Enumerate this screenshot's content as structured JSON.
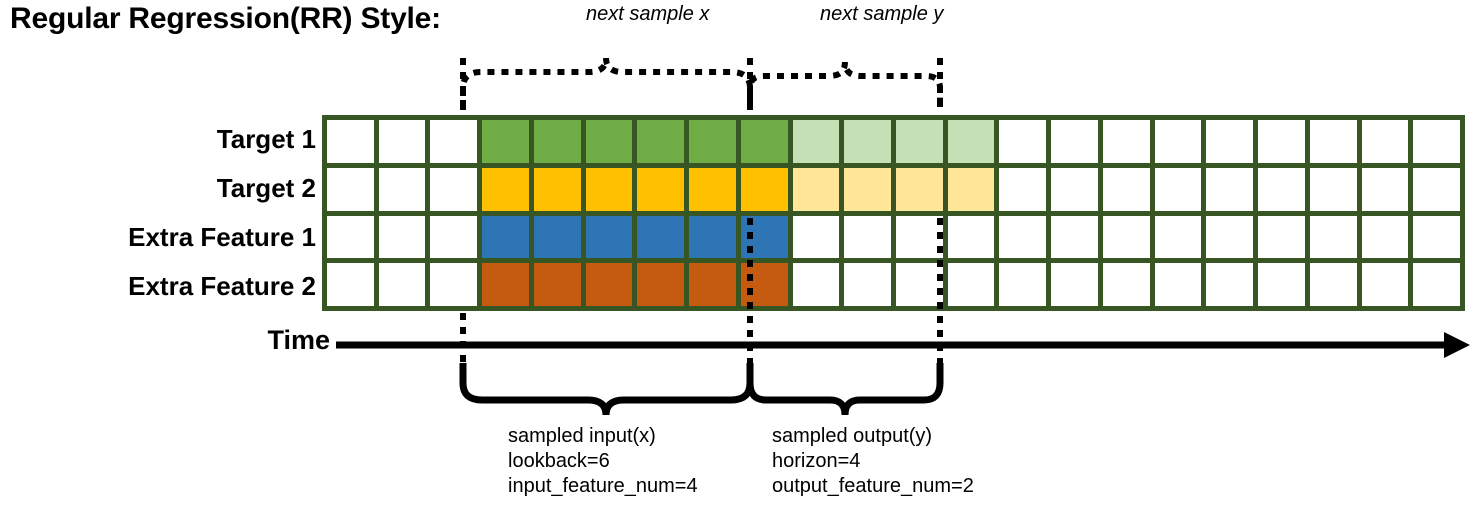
{
  "title": "Regular Regression(RR) Style:",
  "row_labels": [
    "Target 1",
    "Target 2",
    "Extra Feature 1",
    "Extra Feature 2"
  ],
  "time_axis": {
    "label": "Time"
  },
  "top_captions": {
    "x": "next sample x",
    "y": "next sample y"
  },
  "bottom_captions": {
    "input": "sampled input(x)\nlookback=6\ninput_feature_num=4",
    "output": "sampled output(y)\nhorizon=4\noutput_feature_num=2"
  },
  "colors": {
    "border": "#375623",
    "target1": "#70AD47",
    "target2": "#FFC000",
    "extra1": "#2E75B6",
    "extra2": "#C55A11",
    "target1_faded": "#C5E0B4",
    "target2_faded": "#FFE699",
    "empty": "#ffffff",
    "ink": "#000000"
  },
  "chart_data": {
    "type": "heatmap",
    "title": "Regular Regression(RR) Style:",
    "columns": 22,
    "rows": 4,
    "row_names": [
      "Target 1",
      "Target 2",
      "Extra Feature 1",
      "Extra Feature 2"
    ],
    "lookback": 6,
    "horizon": 4,
    "input_feature_num": 4,
    "output_feature_num": 2,
    "input_columns": [
      4,
      5,
      6,
      7,
      8,
      9
    ],
    "output_columns": [
      10,
      11,
      12,
      13
    ],
    "matrix": [
      [
        "empty",
        "empty",
        "empty",
        "target1",
        "target1",
        "target1",
        "target1",
        "target1",
        "target1",
        "target1_faded",
        "target1_faded",
        "target1_faded",
        "target1_faded",
        "empty",
        "empty",
        "empty",
        "empty",
        "empty",
        "empty",
        "empty",
        "empty",
        "empty"
      ],
      [
        "empty",
        "empty",
        "empty",
        "target2",
        "target2",
        "target2",
        "target2",
        "target2",
        "target2",
        "target2_faded",
        "target2_faded",
        "target2_faded",
        "target2_faded",
        "empty",
        "empty",
        "empty",
        "empty",
        "empty",
        "empty",
        "empty",
        "empty",
        "empty"
      ],
      [
        "empty",
        "empty",
        "empty",
        "extra1",
        "extra1",
        "extra1",
        "extra1",
        "extra1",
        "extra1",
        "empty",
        "empty",
        "empty",
        "empty",
        "empty",
        "empty",
        "empty",
        "empty",
        "empty",
        "empty",
        "empty",
        "empty",
        "empty"
      ],
      [
        "empty",
        "empty",
        "empty",
        "extra2",
        "extra2",
        "extra2",
        "extra2",
        "extra2",
        "extra2",
        "empty",
        "empty",
        "empty",
        "empty",
        "empty",
        "empty",
        "empty",
        "empty",
        "empty",
        "empty",
        "empty",
        "empty",
        "empty"
      ]
    ]
  }
}
